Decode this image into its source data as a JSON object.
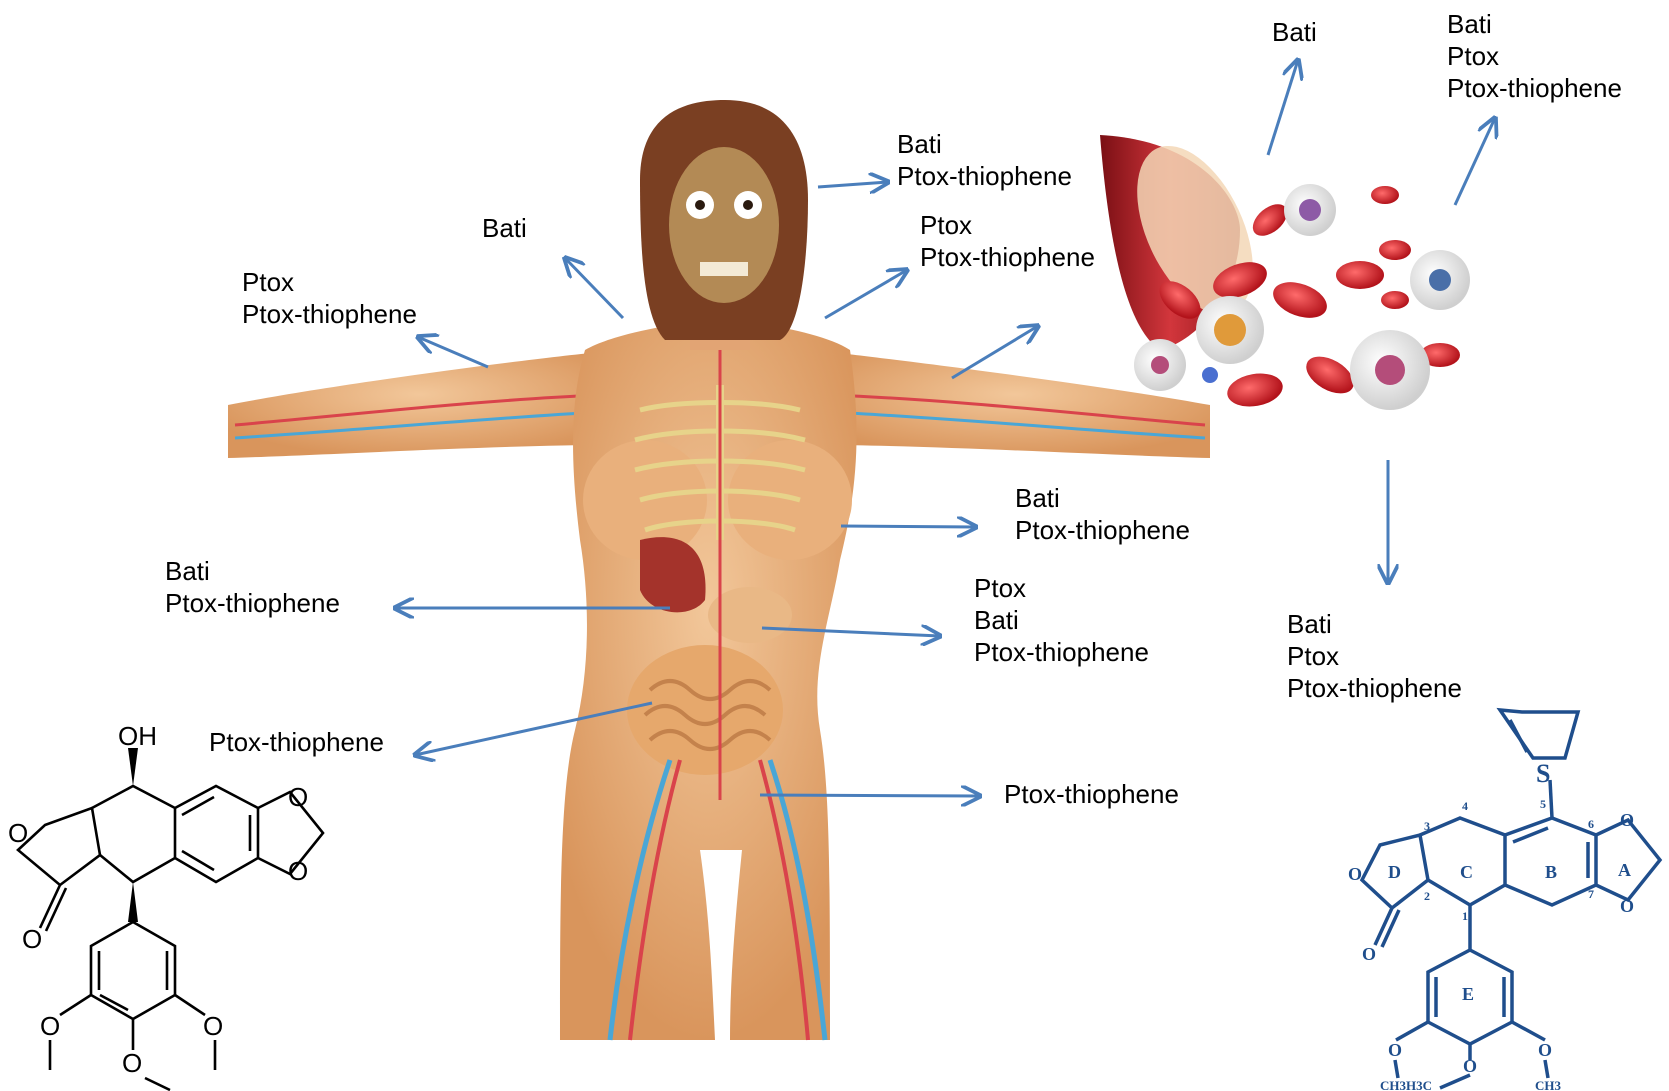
{
  "arrow_color": "#4a7ebb",
  "labels": {
    "lungs": {
      "lines": [
        "Bati"
      ]
    },
    "lungs_left": {
      "lines": [
        "Ptox",
        "Ptox-thiophene"
      ]
    },
    "brain": {
      "lines": [
        "Bati",
        "Ptox-thiophene"
      ]
    },
    "neck": {
      "lines": [
        "Ptox",
        "Ptox-thiophene"
      ]
    },
    "heart": {
      "lines": [
        "Bati",
        "Ptox-thiophene"
      ]
    },
    "liver": {
      "lines": [
        "Bati",
        "Ptox-thiophene"
      ]
    },
    "stomach": {
      "lines": [
        "Ptox",
        "Bati",
        "Ptox-thiophene"
      ]
    },
    "intestine": {
      "lines": [
        "Ptox-thiophene"
      ]
    },
    "reproductive": {
      "lines": [
        "Ptox-thiophene"
      ]
    },
    "blood_top": {
      "lines": [
        "Bati"
      ]
    },
    "blood_right": {
      "lines": [
        "Bati",
        "Ptox",
        "Ptox-thiophene"
      ]
    },
    "blood_bottom": {
      "lines": [
        "Bati",
        "Ptox",
        "Ptox-thiophene"
      ]
    }
  },
  "podophyllotoxin": {
    "oh": "OH",
    "o_labels": [
      "O",
      "O",
      "O",
      "O",
      "O",
      "O",
      "O"
    ]
  },
  "thiophene_derivative": {
    "sulfur": "S",
    "ring_letters": [
      "D",
      "C",
      "B",
      "A",
      "E"
    ],
    "positions": [
      "1",
      "2",
      "3",
      "4",
      "5",
      "6",
      "7"
    ],
    "o_labels": [
      "O",
      "O",
      "O",
      "O",
      "O",
      "O",
      "O"
    ],
    "methyls": [
      "CH3",
      "H3C",
      "CH3"
    ]
  }
}
